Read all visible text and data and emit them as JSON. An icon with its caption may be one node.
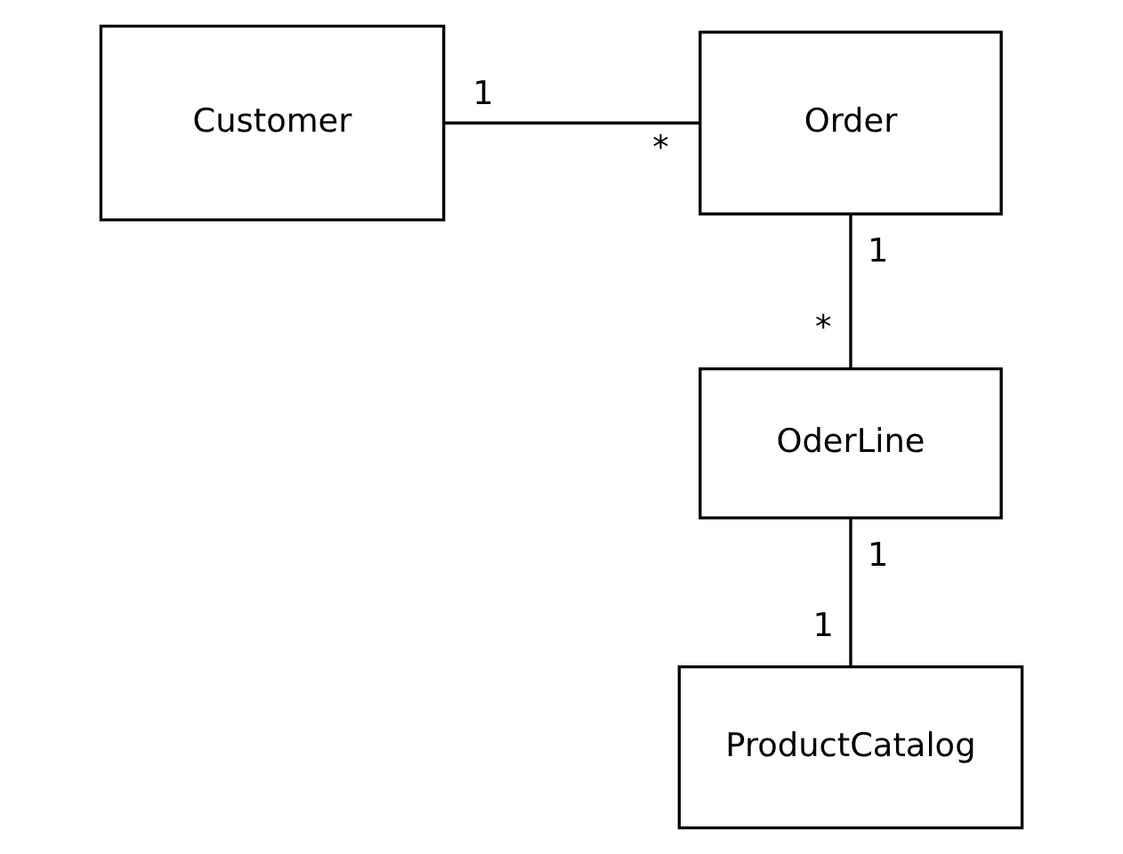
{
  "diagram": {
    "nodes": [
      {
        "text": [
          "Customer"
        ]
      },
      {
        "text": [
          "Order"
        ]
      },
      {
        "text": [
          "OderLine"
        ]
      },
      {
        "text": [
          "ProductCatalog"
        ]
      }
    ],
    "edges": [
      {
        "from": 0,
        "to": 1,
        "arrow": "none"
      },
      {
        "from": 1,
        "to": 2,
        "arrow": "none"
      },
      {
        "from": 2,
        "to": 3,
        "arrow": "none"
      }
    ],
    "labels": [
      "1",
      "*",
      "1",
      "*",
      "1",
      "1"
    ]
  }
}
